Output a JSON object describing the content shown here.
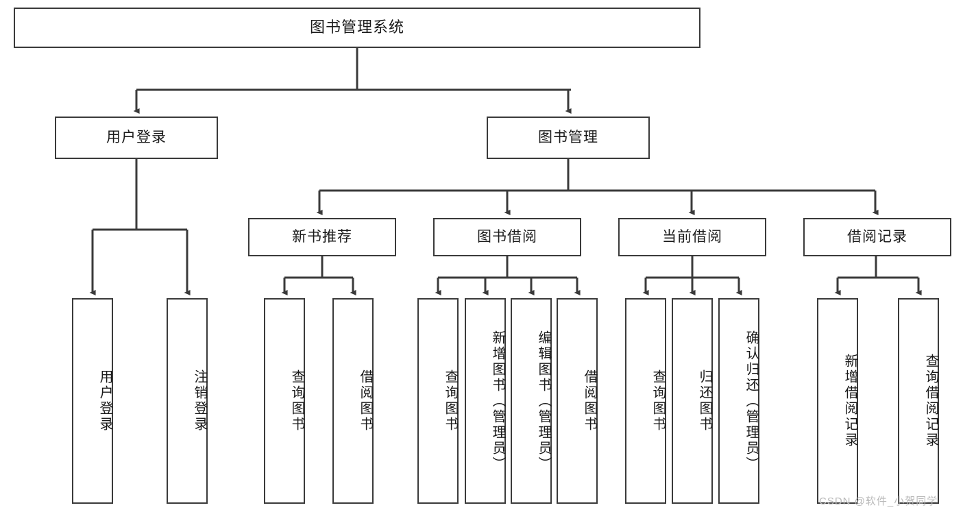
{
  "diagram": {
    "title": "图书管理系统",
    "watermark": "CSDN @软件_小贺同学",
    "colors": {
      "box_border": "#3a3a3a",
      "box_fill": "#ffffff",
      "connector": "#3a3a3a",
      "text": "#1a1a1a",
      "watermark": "#b9b9b9"
    },
    "root": {
      "label": "图书管理系统"
    },
    "level2": [
      {
        "label": "用户登录"
      },
      {
        "label": "图书管理"
      }
    ],
    "level3": [
      {
        "label": "新书推荐"
      },
      {
        "label": "图书借阅"
      },
      {
        "label": "当前借阅"
      },
      {
        "label": "借阅记录"
      }
    ],
    "leaves": {
      "user_login": [
        {
          "label": "用户登录"
        },
        {
          "label": "注销登录"
        }
      ],
      "new_book_recommend": [
        {
          "label": "查询图书"
        },
        {
          "label": "借阅图书"
        }
      ],
      "book_borrow": [
        {
          "label": "查询图书"
        },
        {
          "label": "新增图书（管理员）"
        },
        {
          "label": "编辑图书（管理员）"
        },
        {
          "label": "借阅图书"
        }
      ],
      "current_borrow": [
        {
          "label": "查询图书"
        },
        {
          "label": "归还图书"
        },
        {
          "label": "确认归还（管理员）"
        }
      ],
      "borrow_record": [
        {
          "label": "新增借阅记录"
        },
        {
          "label": "查询借阅记录"
        }
      ]
    }
  }
}
